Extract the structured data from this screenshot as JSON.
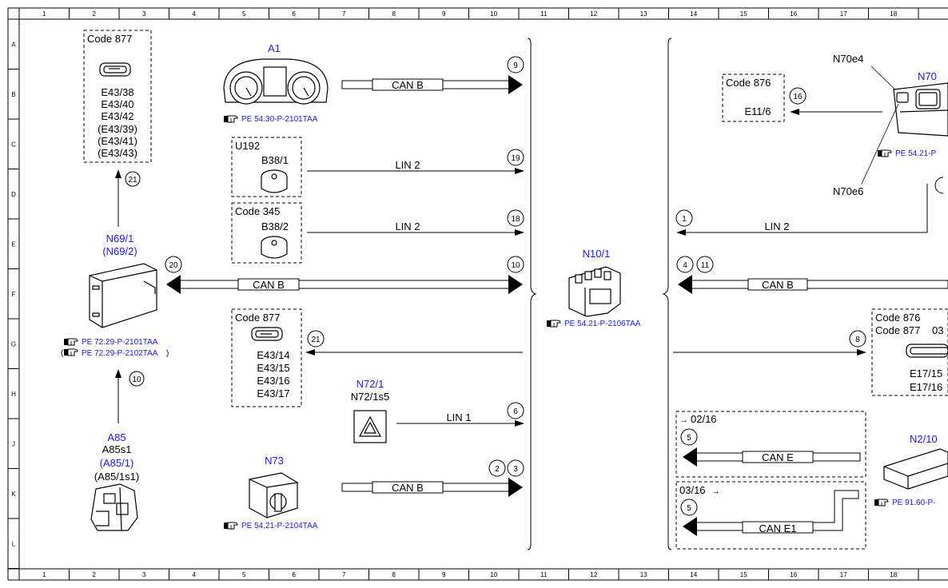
{
  "grid": {
    "columns": [
      "1",
      "2",
      "3",
      "4",
      "5",
      "6",
      "7",
      "8",
      "9",
      "10",
      "11",
      "12",
      "13",
      "14",
      "15",
      "16",
      "17",
      "18"
    ],
    "rows": [
      "A",
      "B",
      "C",
      "D",
      "E",
      "F",
      "G",
      "H",
      "J",
      "K",
      "L"
    ]
  },
  "colors": {
    "link": "#1a1aff",
    "line": "#000000"
  },
  "components": {
    "a1": {
      "label": "A1",
      "ref": "PE 54.30-P-2101TAA"
    },
    "n69": {
      "label": "N69/1",
      "label2": "(N69/2)",
      "ref": "PE 72.29-P-2101TAA",
      "ref2": "PE 72.29-P-2102TAA"
    },
    "code877_top": {
      "code": "Code 877",
      "lines": [
        "E43/38",
        "E43/40",
        "E43/42",
        "(E43/39)",
        "(E43/41)",
        "(E43/43)"
      ]
    },
    "u192": {
      "label": "U192",
      "sub": "B38/1"
    },
    "code345": {
      "code": "Code 345",
      "sub": "B38/2"
    },
    "code877_mid": {
      "code": "Code 877",
      "lines": [
        "E43/14",
        "E43/15",
        "E43/16",
        "E43/17"
      ]
    },
    "n72": {
      "label": "N72/1",
      "sub": "N72/1s5"
    },
    "a85": {
      "label": "A85",
      "sub": "A85s1",
      "label2": "(A85/1)",
      "sub2": "(A85/1s1)"
    },
    "n73": {
      "label": "N73",
      "ref": "PE 54.21-P-2104TAA"
    },
    "n10": {
      "label": "N10/1",
      "ref": "PE 54.21-P-2106TAA"
    },
    "n70": {
      "label": "N70",
      "e4": "N70e4",
      "e6": "N70e6",
      "ref": "PE 54.21-P"
    },
    "code876": {
      "code": "Code 876",
      "sub": "E11/6"
    },
    "code876_877": {
      "code1": "Code 876",
      "code2": "Code 877",
      "extra": "03",
      "lines": [
        "E17/15",
        "E17/16"
      ]
    },
    "n2": {
      "label": "N2/10",
      "ref": "PE 91.60-P-"
    },
    "note_0216": "02/16",
    "note_0316": "03/16"
  },
  "buses": {
    "can_b": "CAN B",
    "lin_2": "LIN 2",
    "lin_1": "LIN 1",
    "can_e": "CAN E",
    "can_e1": "CAN E1"
  },
  "refs": {
    "r9": "9",
    "r19": "19",
    "r18": "18",
    "r10": "10",
    "r20": "20",
    "r21": "21",
    "r6": "6",
    "r2": "2",
    "r3": "3",
    "r16": "16",
    "r1": "1",
    "r4": "4",
    "r11": "11",
    "r8": "8",
    "r5": "5"
  },
  "symbols": {
    "ref_icon": "pointing-hand-icon"
  }
}
